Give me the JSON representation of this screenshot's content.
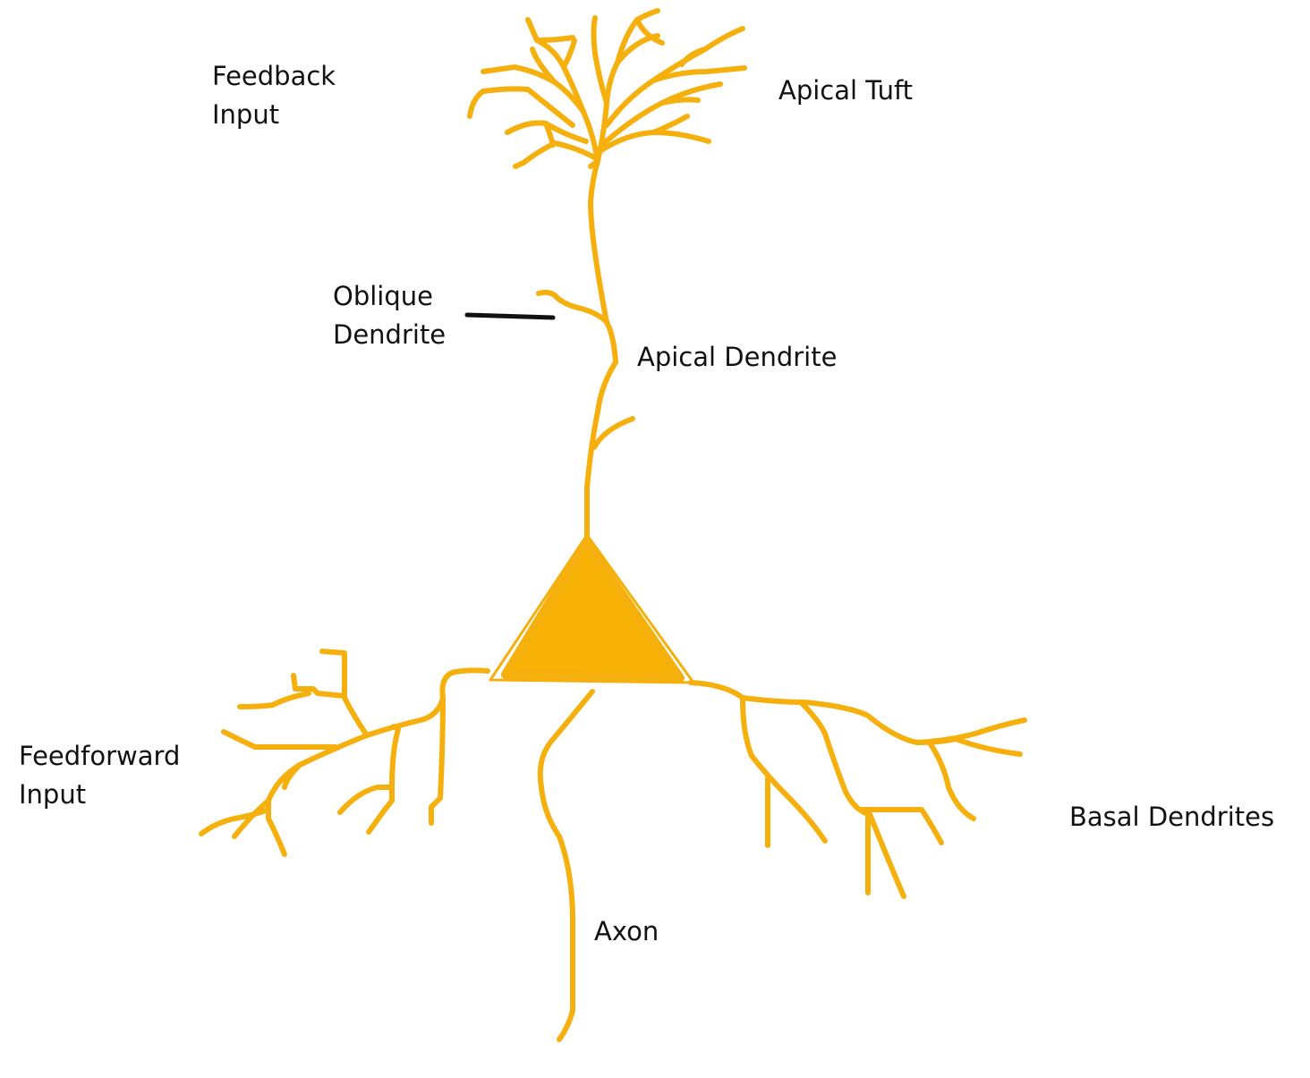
{
  "colors": {
    "neuron": "#F5B00E",
    "neuron_fill": "#F8B105",
    "pointer": "#111111",
    "text": "#111111",
    "background": "#FFFFFF"
  },
  "labels": {
    "feedback_input": [
      "Feedback",
      "Input"
    ],
    "apical_tuft": "Apical Tuft",
    "oblique_dendrite": [
      "Oblique",
      "Dendrite"
    ],
    "apical_dendrite": "Apical Dendrite",
    "feedforward_input": [
      "Feedforward",
      "Input"
    ],
    "basal_dendrites": "Basal Dendrites",
    "axon": "Axon"
  }
}
